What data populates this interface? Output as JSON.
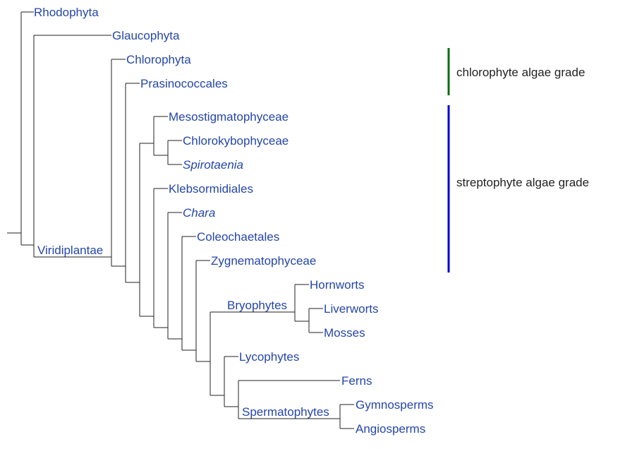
{
  "colors": {
    "taxon_text": "#2546a8",
    "grade_text": "#222222",
    "chlorophyte_bar": "#0e6b0e",
    "streptophyte_bar": "#0000cc"
  },
  "taxa": {
    "rhodophyta": "Rhodophyta",
    "glaucophyta": "Glaucophyta",
    "chlorophyta": "Chlorophyta",
    "prasinococcales": "Prasinococcales",
    "mesostigmatophyceae": "Mesostigmatophyceae",
    "chlorokybophyceae": "Chlorokybophyceae",
    "spirotaenia": "Spirotaenia",
    "klebsormidiales": "Klebsormidiales",
    "chara": "Chara",
    "coleochaetales": "Coleochaetales",
    "zygnematophyceae": "Zygnematophyceae",
    "hornworts": "Hornworts",
    "liverworts": "Liverworts",
    "mosses": "Mosses",
    "lycophytes": "Lycophytes",
    "ferns": "Ferns",
    "gymnosperms": "Gymnosperms",
    "angiosperms": "Angiosperms"
  },
  "clades": {
    "viridiplantae": "Viridiplantae",
    "bryophytes": "Bryophytes",
    "spermatophytes": "Spermatophytes"
  },
  "grades": {
    "chlorophyte": "chlorophyte algae grade",
    "streptophyte": "streptophyte algae grade"
  }
}
